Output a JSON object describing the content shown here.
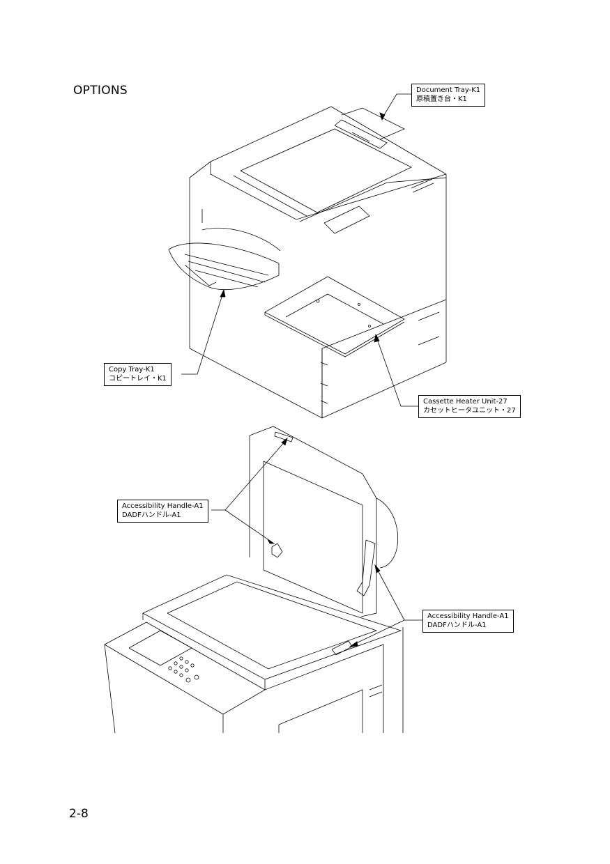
{
  "page": {
    "title": "OPTIONS",
    "page_number": "2-8"
  },
  "callouts": {
    "document_tray": {
      "en": "Document Tray-K1",
      "jp": "原稿置き台・K1"
    },
    "copy_tray": {
      "en": "Copy Tray-K1",
      "jp": "コピートレイ・K1"
    },
    "cassette_heater": {
      "en": "Cassette Heater Unit-27",
      "jp": "カセットヒータユニット・27"
    },
    "handle_left": {
      "en": "Accessibility Handle-A1",
      "jp": "DADFハンドル-A1"
    },
    "handle_right": {
      "en": "Accessibility Handle-A1",
      "jp": "DADFハンドル-A1"
    }
  }
}
